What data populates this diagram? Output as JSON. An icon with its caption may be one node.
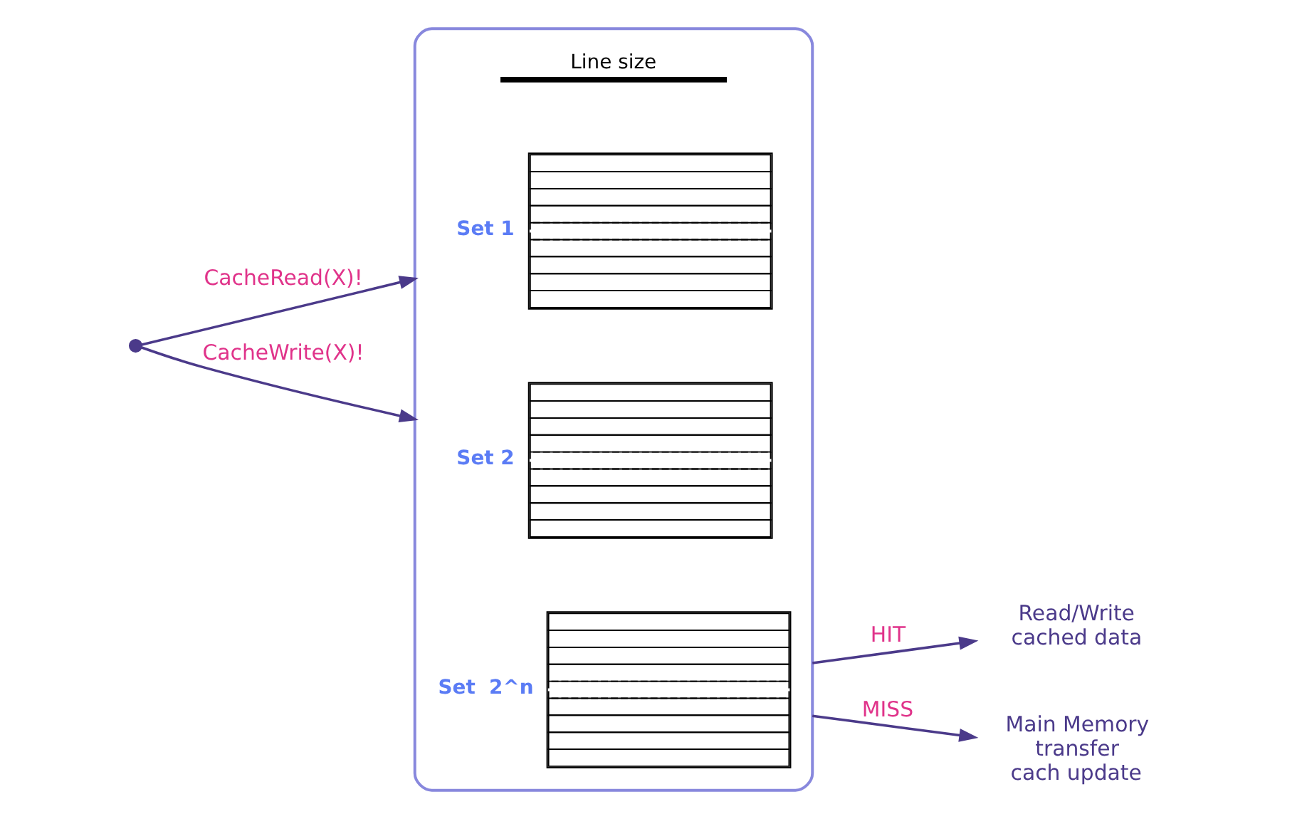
{
  "diagram": {
    "nodes": [
      {
        "text": [],
        "shape": "circle"
      },
      {
        "text": [],
        "shape": "box"
      },
      {
        "text": [
          "Set 1"
        ],
        "in": 1
      },
      {
        "text": [
          "Set 2"
        ],
        "in": 1
      },
      {
        "text": [
          "Set  2^n"
        ],
        "in": 1
      },
      {
        "text": [
          "Read/Write cached data"
        ]
      },
      {
        "text": [
          "Main Memory transfer cach update"
        ]
      }
    ],
    "edges": [
      {
        "from": 0,
        "to": 1,
        "arrow": "to",
        "label": "CacheRead(X)!"
      },
      {
        "from": 0,
        "to": 1,
        "arrow": "to",
        "label": "CacheWrite(X)!"
      },
      {
        "from": 1,
        "to": 5,
        "arrow": "to",
        "label": "HIT"
      },
      {
        "from": 1,
        "to": 6,
        "arrow": "to",
        "label": "MISS"
      }
    ],
    "labels": [
      "Line size"
    ]
  }
}
